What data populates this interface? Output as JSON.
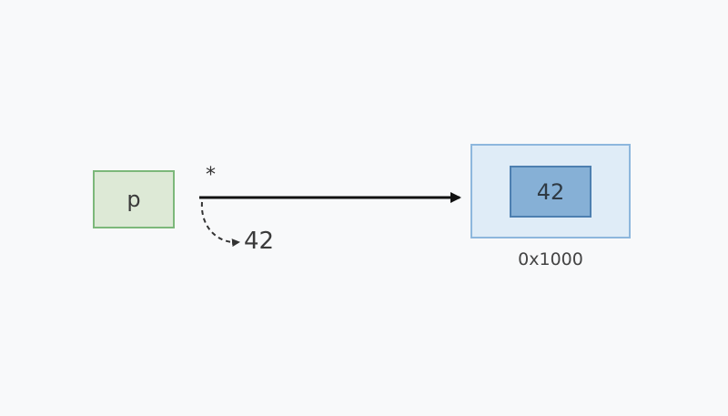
{
  "pointer": {
    "name": "p"
  },
  "operator": {
    "symbol": "*"
  },
  "dereference_result": {
    "value": "42"
  },
  "memory": {
    "value": "42",
    "address": "0x1000"
  },
  "colors": {
    "pointer_fill": "#dde9d6",
    "pointer_border": "#7cb87a",
    "memory_outer_fill": "#dfecf7",
    "memory_outer_border": "#8db7dd",
    "memory_inner_fill": "#86b0d6",
    "memory_inner_border": "#4d7fb0",
    "arrow": "#111111"
  }
}
